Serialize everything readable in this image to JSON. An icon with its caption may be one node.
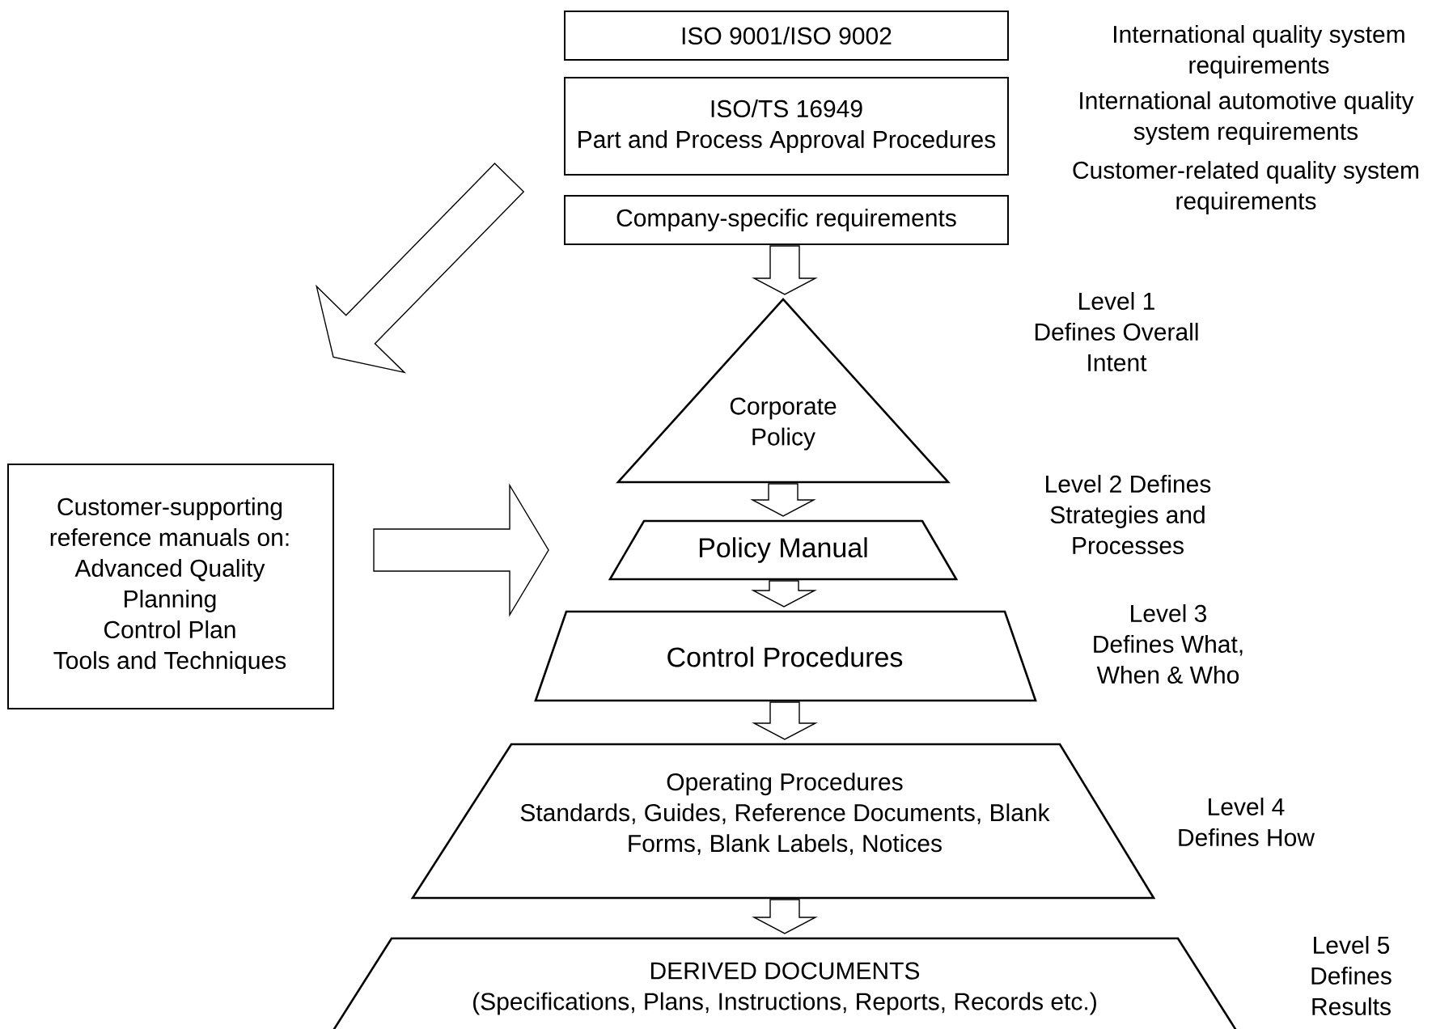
{
  "diagram": {
    "nodes": [
      {
        "text": [
          "ISO 9001/ISO 9002"
        ]
      },
      {
        "text": [
          "ISO/TS 16949",
          "Part and Process Approval Procedures"
        ]
      },
      {
        "text": [
          "Company-specific requirements"
        ]
      },
      {
        "text": [
          "Corporate Policy"
        ],
        "beside": [
          "Level 1",
          "Defines Overall Intent"
        ]
      },
      {
        "text": [
          "Policy Manual"
        ],
        "beside": [
          "Level 2 Defines Strategies and Processes"
        ]
      },
      {
        "text": [
          "Control Procedures"
        ],
        "beside": [
          "Level 3",
          "Defines What, When & Who"
        ]
      },
      {
        "text": [
          "Operating Procedures",
          "Standards, Guides, Reference Documents, Blank Forms, Blank Labels, Notices"
        ],
        "beside": [
          "Level 4",
          "Defines How"
        ]
      },
      {
        "text": [
          "DERIVED DOCUMENTS",
          "(Specifications, Plans, Instructions, Reports, Records etc.)"
        ],
        "beside": [
          "Level 5",
          "Defines Results"
        ]
      },
      {
        "text": [
          "Customer-supporting reference manuals on:",
          "Advanced Quality Planning",
          "Control Plan",
          "Tools and Techniques"
        ]
      }
    ],
    "edges": [
      {
        "from": 2,
        "to": 3,
        "arrow": "to"
      },
      {
        "from": 3,
        "to": 4,
        "arrow": "to"
      },
      {
        "from": 4,
        "to": 5,
        "arrow": "to"
      },
      {
        "from": 5,
        "to": 6,
        "arrow": "to"
      },
      {
        "from": 6,
        "to": 7,
        "arrow": "to"
      },
      {
        "from": 8,
        "to": 4,
        "arrow": "to"
      },
      {
        "from": 1,
        "to": 8,
        "arrow": "to"
      }
    ],
    "labels": [
      "International quality system requirements",
      "International automotive quality system requirements",
      "Customer-related quality system requirements"
    ]
  }
}
